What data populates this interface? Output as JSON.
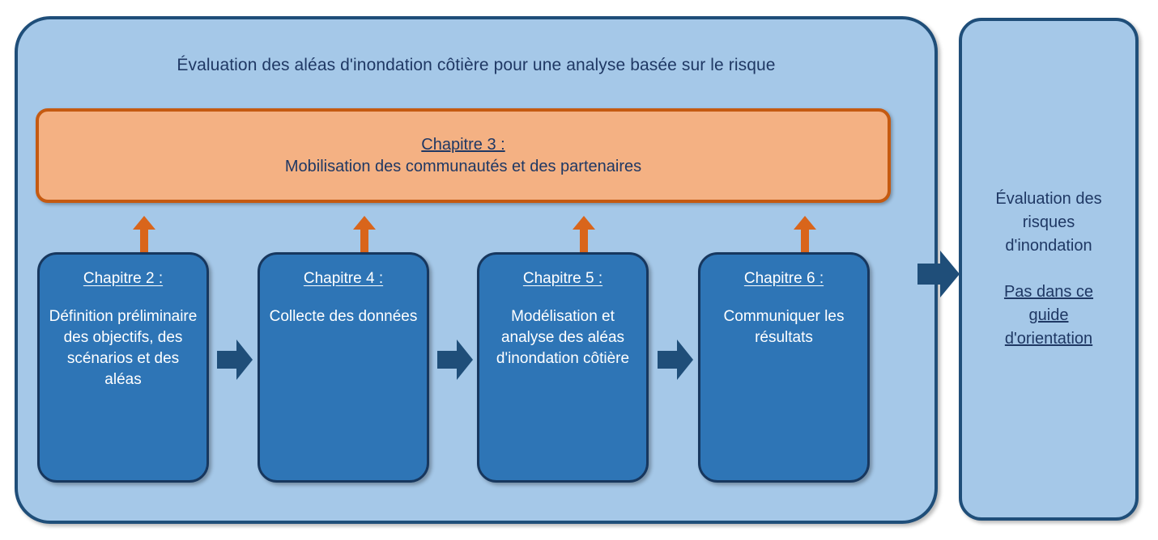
{
  "diagram": {
    "title": "Évaluation des aléas d'inondation côtière pour une analyse basée sur le risque",
    "colors": {
      "panel_fill": "#A5C8E8",
      "panel_border": "#1F4E79",
      "orange_fill": "#F4B183",
      "orange_border": "#C55A11",
      "orange_arrow": "#D9651B",
      "blue_box_fill": "#2E75B6",
      "blue_box_border": "#17375E",
      "step_arrow": "#1F4E79",
      "text_dark": "#1F3864",
      "text_light": "#FFFFFF"
    },
    "engagement_box": {
      "heading": "Chapitre 3 :",
      "body": "Mobilisation des communautés et des partenaires"
    },
    "steps": [
      {
        "heading": "Chapitre 2 :",
        "body": "Définition préliminaire des objectifs, des scénarios et des aléas"
      },
      {
        "heading": "Chapitre 4 :",
        "body": "Collecte des données"
      },
      {
        "heading": "Chapitre 5 :",
        "body": "Modélisation et analyse des aléas d'inondation côtière"
      },
      {
        "heading": "Chapitre 6 :",
        "body": "Communiquer les résultats"
      }
    ],
    "side_panel": {
      "line1": "Évaluation des",
      "line2": "risques",
      "line3": "d'inondation",
      "line4": "Pas dans ce",
      "line5": "guide",
      "line6": "d'orientation"
    },
    "arrows": {
      "vertical_double": "double-headed-vertical-arrow",
      "step_forward": "right-arrow",
      "exit": "right-arrow"
    }
  }
}
